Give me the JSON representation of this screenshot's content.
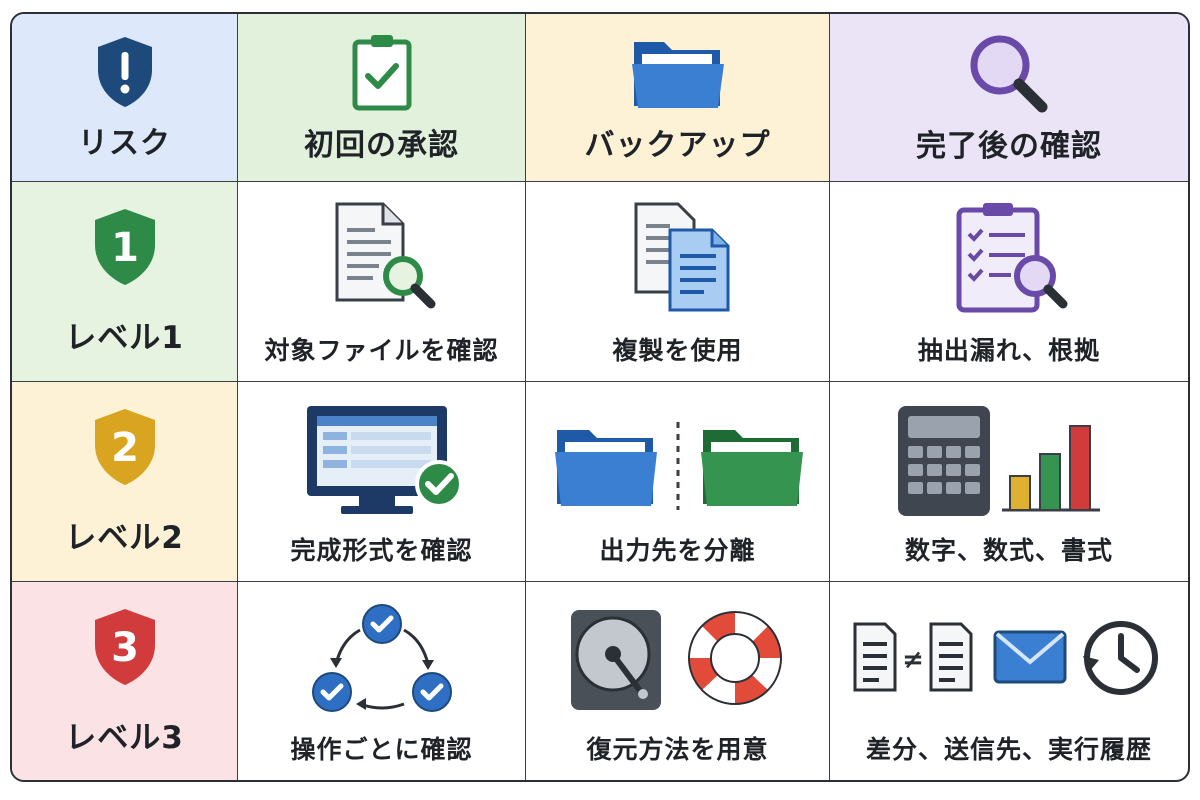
{
  "header": {
    "risk": "リスク",
    "initial_approval": "初回の承認",
    "backup": "バックアップ",
    "completion_check": "完了後の確認"
  },
  "levels": [
    {
      "number": "1",
      "label": "レベル1",
      "color": "#2e8b47",
      "approval": "対象ファイルを確認",
      "backup": "複製を使用",
      "check": "抽出漏れ、根拠"
    },
    {
      "number": "2",
      "label": "レベル2",
      "color": "#d9a520",
      "approval": "完成形式を確認",
      "backup": "出力先を分離",
      "check": "数字、数式、書式"
    },
    {
      "number": "3",
      "label": "レベル3",
      "color": "#d23b3b",
      "approval": "操作ごとに確認",
      "backup": "復元方法を用意",
      "check": "差分、送信先、実行履歴"
    }
  ],
  "colors": {
    "risk_header": "#dde9fb",
    "approval_header": "#e2f1dc",
    "backup_header": "#fdf2d6",
    "confirm_header": "#ebe4f6",
    "level1_bg": "#e5f3e0",
    "level2_bg": "#fdf2d6",
    "level3_bg": "#fbe3e5",
    "navy": "#1d4a7a",
    "green": "#2e8b47",
    "blue": "#2e6fc4",
    "purple": "#6a4aa8"
  },
  "icons": {
    "header_risk": "shield-exclamation-icon",
    "header_approval": "clipboard-check-icon",
    "header_backup": "folder-icon",
    "header_confirm": "magnifier-icon",
    "l1_approval": "document-search-icon",
    "l1_backup": "document-copy-icon",
    "l1_check": "checklist-search-icon",
    "l2_approval": "monitor-check-icon",
    "l2_backup": "split-folders-icon",
    "l2_check": "calculator-chart-icon",
    "l3_approval": "cycle-check-icon",
    "l3_backup": "disk-lifebuoy-icon",
    "l3_check": "diff-mail-clock-icon"
  }
}
